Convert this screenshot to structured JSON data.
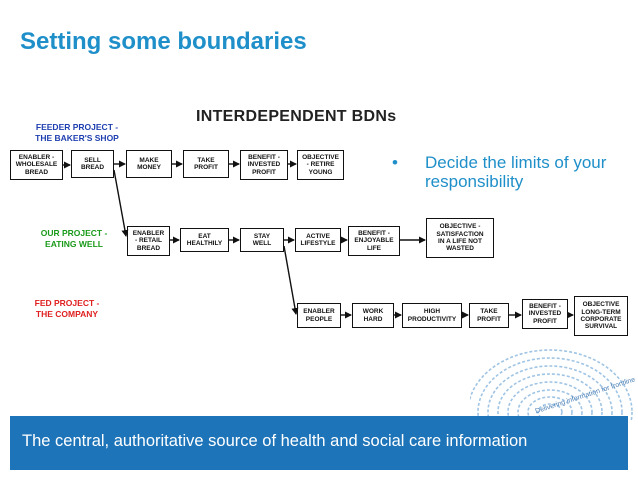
{
  "slide": {
    "title": "Setting some boundaries",
    "diagram_title": "INTERDEPENDENT BDNs"
  },
  "colors": {
    "title_blue": "#1f8fc9",
    "feeder_blue": "#1f3fb0",
    "our_green": "#1a9a1a",
    "fed_red": "#e02020",
    "footer_blue": "#1d74b8"
  },
  "projects": {
    "feeder": "FEEDER PROJECT -\nTHE BAKER'S SHOP",
    "ours": "OUR PROJECT -\nEATING WELL",
    "fed": "FED PROJECT -\nTHE COMPANY"
  },
  "rows": {
    "feeder": [
      "ENABLER -\nWHOLESALE\nBREAD",
      "SELL\nBREAD",
      "MAKE\nMONEY",
      "TAKE\nPROFIT",
      "BENEFIT -\nINVESTED\nPROFIT",
      "OBJECTIVE\n- RETIRE\nYOUNG"
    ],
    "ours": [
      "ENABLER\n- RETAIL\nBREAD",
      "EAT\nHEALTHILY",
      "STAY\nWELL",
      "ACTIVE\nLIFESTYLE",
      "BENEFIT -\nENJOYABLE\nLIFE",
      "OBJECTIVE -\nSATISFACTION\nIN A LIFE NOT\nWASTED"
    ],
    "fed": [
      "ENABLER\nPEOPLE",
      "WORK\nHARD",
      "HIGH\nPRODUCTIVITY",
      "TAKE\nPROFIT",
      "BENEFIT -\nINVESTED\nPROFIT",
      "OBJECTIVE\nLONG-TERM\nCORPORATE\nSURVIVAL"
    ]
  },
  "bullet": {
    "symbol": "•",
    "text": "Decide the limits of your responsibility"
  },
  "footer": {
    "text": "The central, authoritative source of health and social care information",
    "tagline": "Delivering information for frontline services"
  }
}
